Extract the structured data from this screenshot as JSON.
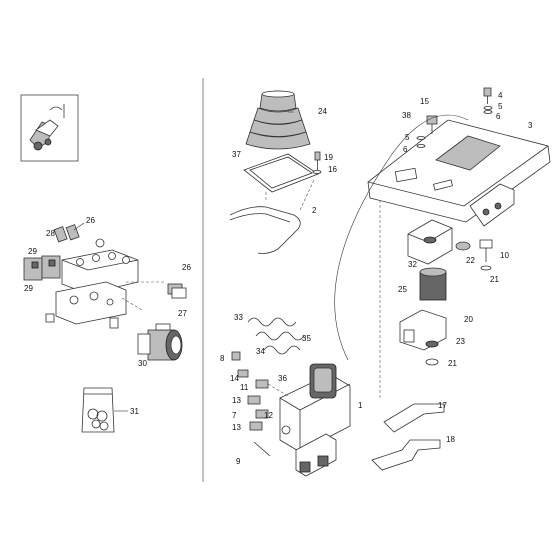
{
  "callouts": {
    "n1": "1",
    "n2": "2",
    "n3": "3",
    "n4": "4",
    "n5a": "5",
    "n5b": "5",
    "n6a": "6",
    "n6b": "6",
    "n7": "7",
    "n8": "8",
    "n9": "9",
    "n10": "10",
    "n11": "11",
    "n12": "12",
    "n13a": "13",
    "n13b": "13",
    "n14": "14",
    "n15": "15",
    "n16": "16",
    "n17": "17",
    "n18": "18",
    "n19": "19",
    "n20": "20",
    "n21a": "21",
    "n21b": "21",
    "n22": "22",
    "n23": "23",
    "n24": "24",
    "n25": "25",
    "n26a": "26",
    "n26b": "26",
    "n27": "27",
    "n28": "28",
    "n29a": "29",
    "n29b": "29",
    "n30": "30",
    "n31": "31",
    "n32": "32",
    "n33": "33",
    "n34": "34",
    "n35": "35",
    "n36": "36",
    "n37": "37",
    "n38": "38"
  }
}
